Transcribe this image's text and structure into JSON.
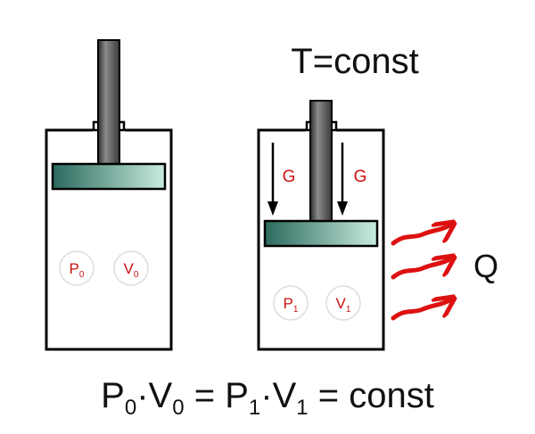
{
  "title": "T=const",
  "left_cylinder": {
    "pressure": {
      "symbol": "P",
      "index": "0"
    },
    "volume": {
      "symbol": "V",
      "index": "0"
    }
  },
  "right_cylinder": {
    "pressure": {
      "symbol": "P",
      "index": "1"
    },
    "volume": {
      "symbol": "V",
      "index": "1"
    },
    "weight_left": "G",
    "weight_right": "G"
  },
  "heat_label": "Q",
  "equation": {
    "p0": "P",
    "i0": "0",
    "dot1": "·",
    "v0": "V",
    "j0": "0",
    "eq1": " = ",
    "p1": "P",
    "i1": "1",
    "dot2": "·",
    "v1": "V",
    "j1": "1",
    "eq2": " = const"
  },
  "colors": {
    "piston": "#2e6b5f",
    "arrow_red": "#dd1111",
    "label_red": "#cc1111"
  }
}
